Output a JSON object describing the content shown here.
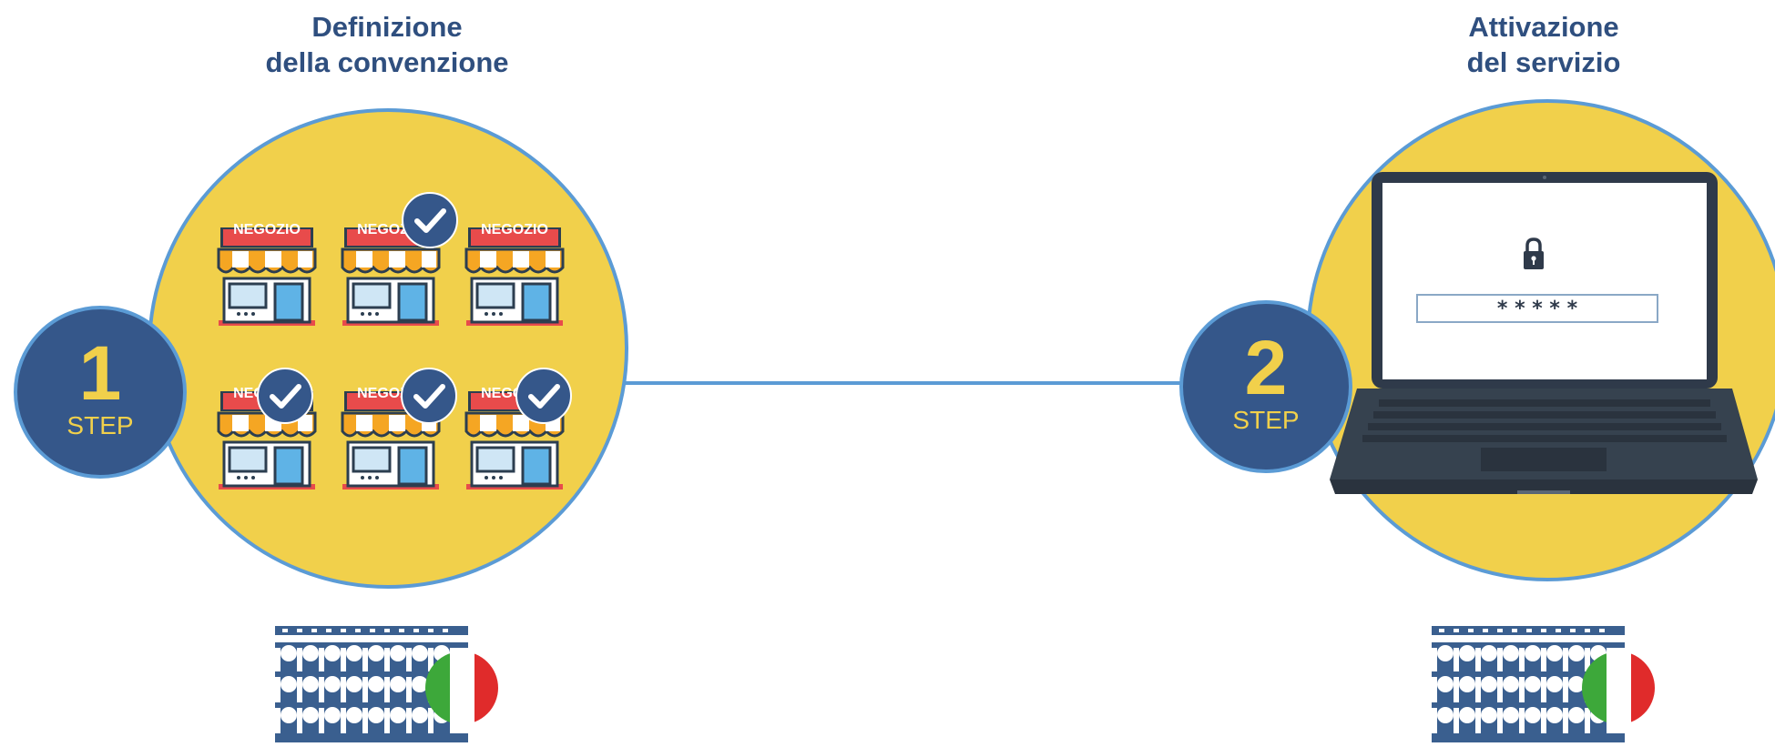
{
  "steps": [
    {
      "number": "1",
      "label": "STEP",
      "title_line1": "Definizione",
      "title_line2": "della convenzione"
    },
    {
      "number": "2",
      "label": "STEP",
      "title_line1": "Attivazione",
      "title_line2": "del servizio"
    }
  ],
  "shop_sign": "NEGOZIO",
  "shops": [
    {
      "checked": false
    },
    {
      "checked": true
    },
    {
      "checked": false
    },
    {
      "checked": true
    },
    {
      "checked": true
    },
    {
      "checked": true
    }
  ],
  "password_mask": "* * * * *",
  "colors": {
    "navy": "#35578a",
    "yellow": "#f1d04b",
    "blue_outline": "#5b9bd5",
    "title_text": "#2f4f7f",
    "sign_red": "#e84b4b",
    "italy_green": "#3da83a",
    "italy_red": "#e02b2b"
  },
  "icons": [
    "shop-icon",
    "check-icon",
    "laptop-icon",
    "lock-icon",
    "coliseum-icon",
    "italy-flag-icon"
  ]
}
